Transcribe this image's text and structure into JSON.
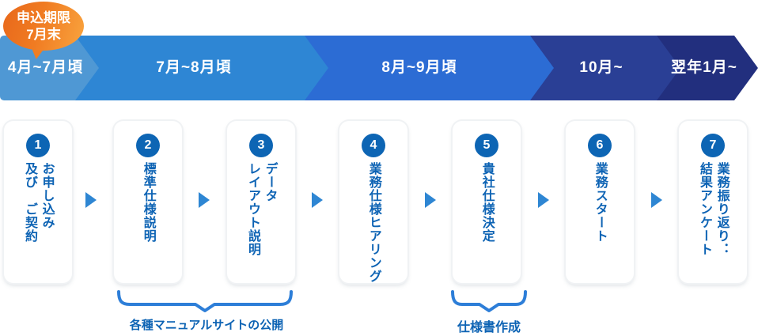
{
  "deadline_bubble": {
    "line1": "申込期限",
    "line2": "7月末"
  },
  "timeline": {
    "segments": [
      {
        "label": "4月~7月頃",
        "color": "#4f98d4"
      },
      {
        "label": "7月~8月頃",
        "color": "#2e86d4"
      },
      {
        "label": "8月~9月頃",
        "color": "#2c6cd4"
      },
      {
        "label": "10月~",
        "color": "#2a3f95"
      },
      {
        "label": "翌年1月~",
        "color": "#222f7e"
      }
    ]
  },
  "steps": [
    {
      "number": "1",
      "label": "お申し込み\n及び　ご契約"
    },
    {
      "number": "2",
      "label": "標準仕様説明"
    },
    {
      "number": "3",
      "label": "データ\nレイアウト説明"
    },
    {
      "number": "4",
      "label": "業務仕様ヒアリング"
    },
    {
      "number": "5",
      "label": "貴社仕様決定"
    },
    {
      "number": "6",
      "label": "業務スタート"
    },
    {
      "number": "7",
      "label": "業務振り返り：\n結果アンケート"
    }
  ],
  "annotations": [
    {
      "label": "各種マニュアルサイトの公開"
    },
    {
      "label": "仕様書作成"
    }
  ],
  "colors": {
    "step_badge": "#0d65b4",
    "step_text": "#0d63b4",
    "arrow": "#2e86d3",
    "brace": "#2d7ed8",
    "bubble_orange_dark": "#e8681b",
    "bubble_orange_light": "#f9a43e",
    "bar_text": "#ffffff"
  }
}
